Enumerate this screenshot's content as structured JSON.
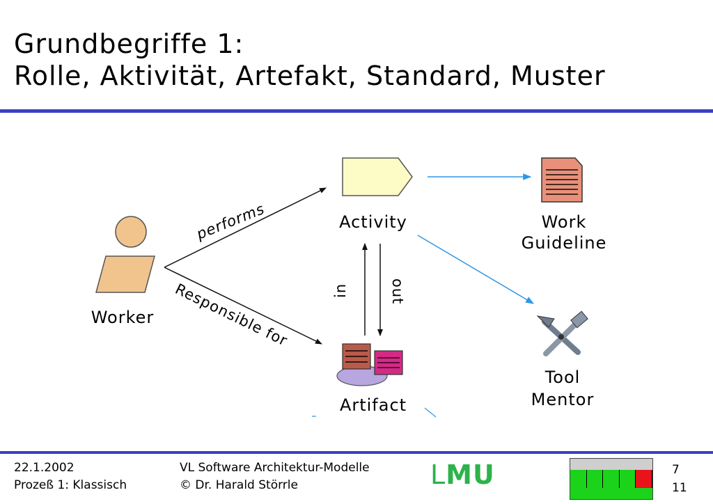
{
  "title": {
    "line1": "Grundbegriffe 1:",
    "line2": "Rolle, Aktivität, Artefakt, Standard, Muster"
  },
  "diagram": {
    "nodes": {
      "worker": "Worker",
      "activity": "Activity",
      "artifact": "Artifact",
      "work_guideline": [
        "Work",
        "Guideline"
      ],
      "tool_mentor": [
        "Tool",
        "Mentor"
      ]
    },
    "edges": {
      "performs": "performs",
      "responsible_for": "Responsible for",
      "in": "in",
      "out": "out"
    },
    "colors": {
      "person": "#f2c48d",
      "activity": "#fdfbc6",
      "document": "#e8907a",
      "artifact_back": "#b95b4a",
      "artifact_front": "#d42a86",
      "artifact_base": "#b7a6e0",
      "blue_arrow": "#2f97e6",
      "tool": "#8a97a6"
    }
  },
  "footer": {
    "date": "22.1.2002",
    "section": "Prozeß 1: Klassisch",
    "course": "VL Software Architektur-Modelle",
    "author": "© Dr. Harald Störrle",
    "logo_thin": "L",
    "logo_bold": "MU",
    "page": "7",
    "total": "11"
  },
  "progress": {
    "current": 5,
    "total": 5,
    "fill_color": "#1bd31b",
    "current_color": "#e8141a"
  }
}
